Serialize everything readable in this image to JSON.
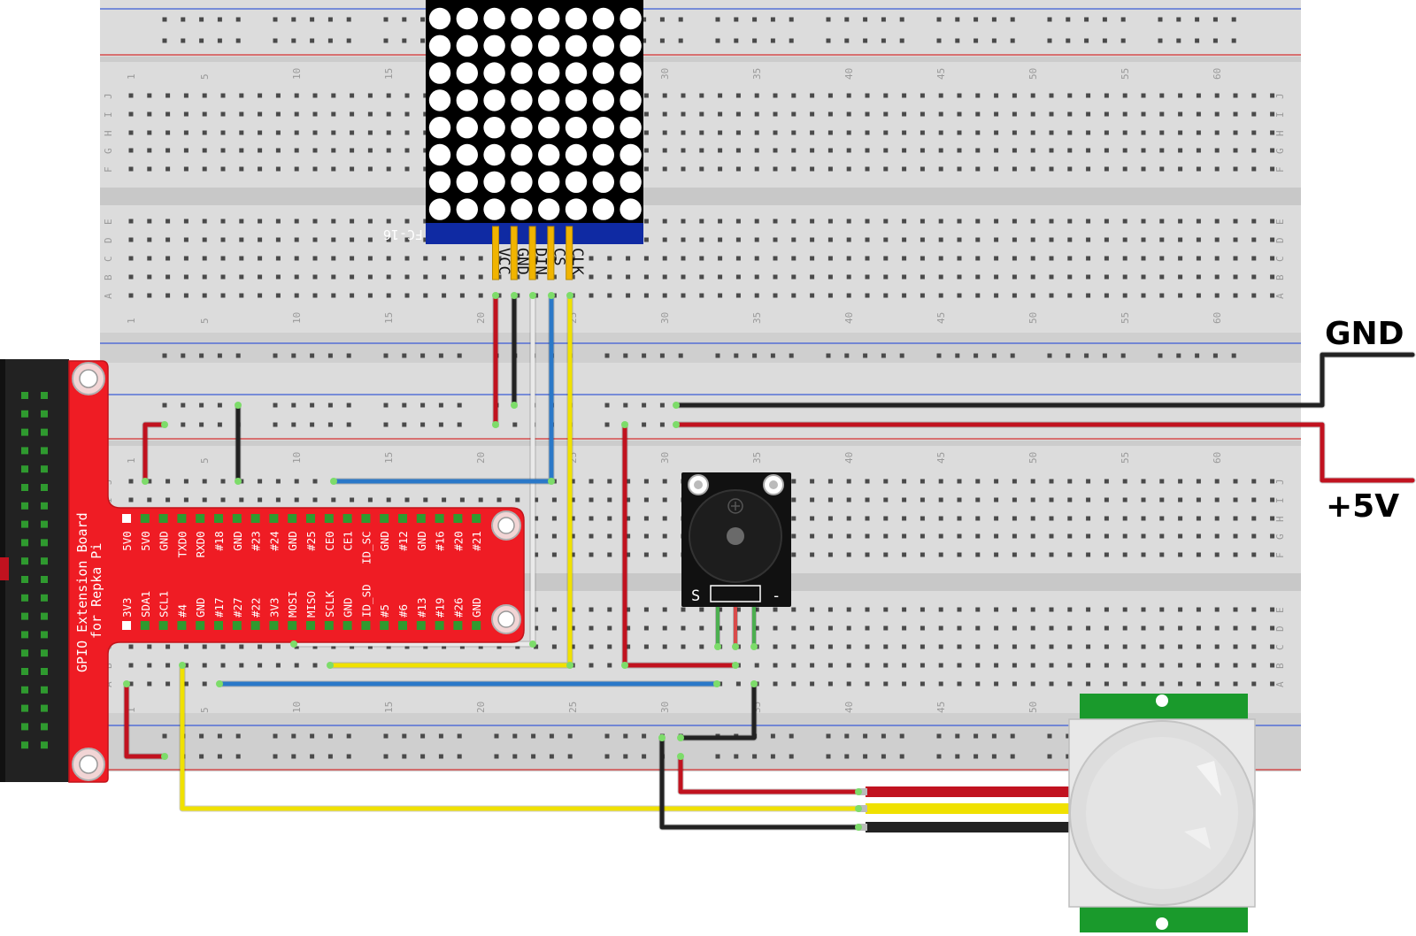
{
  "labels": {
    "gnd": "GND",
    "plus5v": "+5V"
  },
  "matrix": {
    "silk": "FC-16",
    "pins": [
      "VCC",
      "GND",
      "DIN",
      "CS",
      "CLK"
    ]
  },
  "gpio_board": {
    "title_line1": "GPIO Extension Board",
    "title_line2": "for Repka Pi",
    "top_pins": [
      "5V0",
      "5V0",
      "GND",
      "TXD0",
      "RXD0",
      "#18",
      "GND",
      "#23",
      "#24",
      "GND",
      "#25",
      "CE0",
      "CE1",
      "ID_SC",
      "GND",
      "#12",
      "GND",
      "#16",
      "#20",
      "#21"
    ],
    "bottom_pins": [
      "3V3",
      "SDA1",
      "SCL1",
      "#4",
      "GND",
      "#17",
      "#27",
      "#22",
      "3V3",
      "MOSI",
      "MISO",
      "SCLK",
      "GND",
      "ID_SD",
      "#5",
      "#6",
      "#13",
      "#19",
      "#26",
      "GND"
    ]
  },
  "buzzer": {
    "pin_left": "S",
    "pin_right": "-"
  },
  "breadboard": {
    "rows_top": [
      "J",
      "I",
      "H",
      "G",
      "F"
    ],
    "rows_bottom": [
      "E",
      "D",
      "C",
      "B",
      "A"
    ],
    "column_numbers": [
      "1",
      "5",
      "10",
      "15",
      "20",
      "25",
      "30",
      "35",
      "40",
      "45",
      "50",
      "55",
      "60"
    ]
  },
  "colors": {
    "red": "#c1121f",
    "black": "#222222",
    "blue": "#2a78c8",
    "yellow": "#f0e100",
    "white": "#e9e9e9",
    "board_red": "#ef1c24",
    "breadboard": "#d9d9d9",
    "pcb_green": "#1a9a2c",
    "matrix_blue": "#0f2aa3"
  }
}
